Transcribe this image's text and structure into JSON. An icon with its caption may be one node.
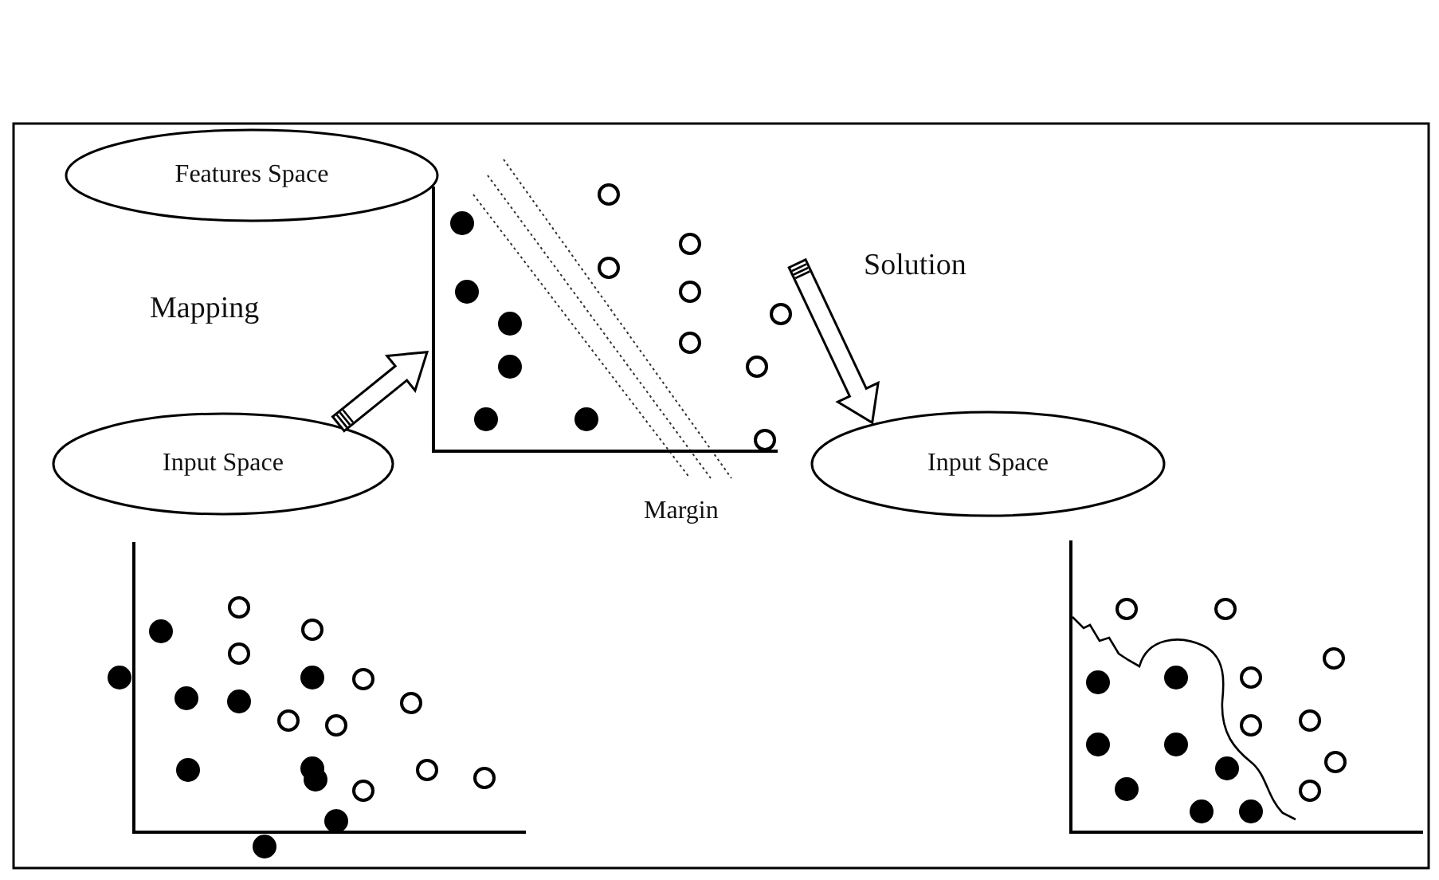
{
  "diagram": {
    "nodes": [
      {
        "text": [
          "Features Space"
        ]
      },
      {
        "text": [
          "Input Space"
        ]
      },
      {
        "text": [],
        "shape": "picture"
      },
      {
        "text": [
          "Input Space"
        ]
      }
    ],
    "edges": [
      {
        "from": 1,
        "to": 2,
        "arrow": "to",
        "label": "Mapping"
      },
      {
        "from": 2,
        "to": 3,
        "arrow": "to",
        "label": "Solution"
      }
    ],
    "labels": [
      "Margin"
    ]
  }
}
